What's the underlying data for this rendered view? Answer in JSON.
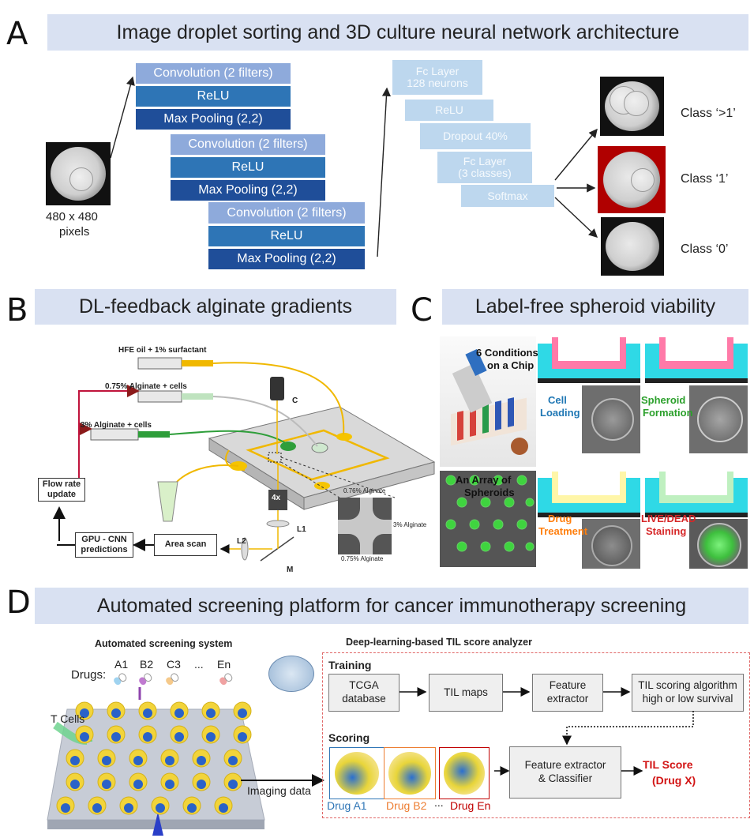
{
  "panels": {
    "a": {
      "letter": "A",
      "title": "Image droplet sorting and 3D culture neural network architecture",
      "input_caption_line1": "480 x 480",
      "input_caption_line2": "pixels",
      "conv_blocks": [
        {
          "conv": "Convolution (2 filters)",
          "relu": "ReLU",
          "pool": "Max Pooling (2,2)"
        },
        {
          "conv": "Convolution (2 filters)",
          "relu": "ReLU",
          "pool": "Max Pooling (2,2)"
        },
        {
          "conv": "Convolution (2 filters)",
          "relu": "ReLU",
          "pool": "Max Pooling (2,2)"
        }
      ],
      "fc_stack": [
        {
          "line1": "Fc Layer",
          "line2": "128 neurons"
        },
        {
          "line1": "ReLU",
          "line2": ""
        },
        {
          "line1": "Dropout 40%",
          "line2": ""
        },
        {
          "line1": "Fc Layer",
          "line2": "(3 classes)"
        },
        {
          "line1": "Softmax",
          "line2": ""
        }
      ],
      "classes": [
        "Class ‘>1’",
        "Class ‘1’",
        "Class ‘0’"
      ]
    },
    "b": {
      "letter": "B",
      "title": "DL-feedback alginate gradients",
      "syringes": [
        "HFE oil + 1% surfactant",
        "0.75% Alginate + cells",
        "3% Alginate + cells"
      ],
      "feedback_boxes": [
        "Flow rate update",
        "GPU - CNN predictions",
        "Area scan"
      ],
      "optics": {
        "camera": "C",
        "objective": "4x",
        "lens1": "L1",
        "lens2": "L2",
        "mirror": "M"
      },
      "inset_labels": [
        "0.76% Alginate",
        "3% Alginate",
        "0.75% Alginate"
      ]
    },
    "c": {
      "letter": "C",
      "title": "Label-free spheroid viability",
      "chip_caption_line1": "6 Conditions",
      "chip_caption_line2": "on a Chip",
      "array_caption_line1": "An Array of",
      "array_caption_line2": "Spheroids",
      "steps": [
        {
          "line1": "Cell",
          "line2": "Loading",
          "color": "#1f77b4"
        },
        {
          "line1": "Spheroid",
          "line2": "Formation",
          "color": "#2ca02c"
        },
        {
          "line1": "Drug",
          "line2": "Treatment",
          "color": "#ff7f0e"
        },
        {
          "line1": "LIVE/DEAD",
          "line2": "Staining",
          "color": "#d62728"
        }
      ]
    },
    "d": {
      "letter": "D",
      "title": "Automated screening platform for cancer immunotherapy screening",
      "system_title": "Automated screening system",
      "drugs_label": "Drugs:",
      "drugs": [
        "A1",
        "B2",
        "C3",
        "...",
        "En"
      ],
      "tcells_label": "T Cells",
      "imaging_label": "Imaging data",
      "analyzer_title": "Deep-learning-based TIL score analyzer",
      "training_label": "Training",
      "training_boxes": [
        {
          "line1": "TCGA",
          "line2": "database"
        },
        {
          "line1": "TIL maps",
          "line2": ""
        },
        {
          "line1": "Feature",
          "line2": "extractor"
        },
        {
          "line1": "TIL scoring algorithm",
          "line2": "high or low survival"
        }
      ],
      "scoring_label": "Scoring",
      "scoring_drugs": [
        {
          "label": "Drug A1",
          "color": "#2e75b6"
        },
        {
          "label": "Drug B2",
          "color": "#ed7d31"
        },
        {
          "label": "Drug En",
          "color": "#c00000"
        }
      ],
      "ellipsis": "...",
      "classifier_line1": "Feature extractor",
      "classifier_line2": "& Classifier",
      "score_line1": "TIL Score",
      "score_line2": "(Drug X)"
    }
  }
}
